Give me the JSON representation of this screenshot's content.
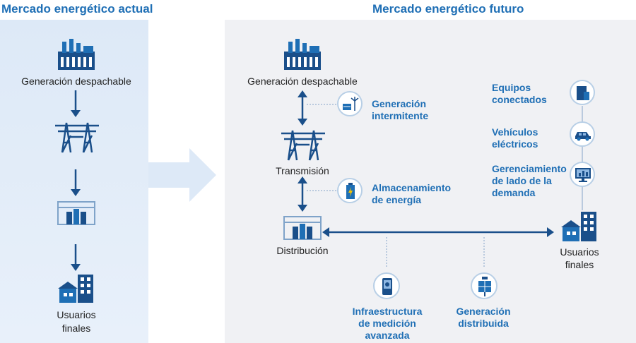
{
  "current_market": {
    "title": "Mercado energético actual",
    "nodes": {
      "generation": "Generación despachable",
      "end_users": [
        "Usuarios",
        "finales"
      ]
    }
  },
  "future_market": {
    "title": "Mercado energético futuro",
    "nodes": {
      "generation": "Generación despachable",
      "transmission": "Transmisión",
      "distribution": "Distribución",
      "end_users": [
        "Usuarios",
        "finales"
      ]
    },
    "resources": {
      "intermittent": [
        "Generación",
        "intermitente"
      ],
      "storage": [
        "Almacenamiento",
        "de energía"
      ],
      "connected_devices": [
        "Equipos",
        "conectados"
      ],
      "electric_vehicles": [
        "Vehículos",
        "eléctricos"
      ],
      "demand_management": [
        "Gerenciamiento",
        "de lado de la",
        "demanda"
      ],
      "metering": [
        "Infraestructura",
        "de medición",
        "avanzada"
      ],
      "distributed": [
        "Generación",
        "distribuida"
      ]
    }
  },
  "colors": {
    "accent": "#1f6fb5",
    "dark": "#1a4f8a",
    "light_panel": "#dde9f7",
    "gray_panel": "#f0f1f4"
  }
}
